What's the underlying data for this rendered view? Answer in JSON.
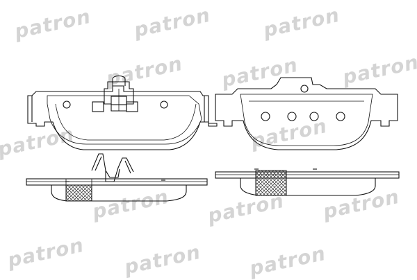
{
  "watermark": {
    "text": "patron",
    "color": "#d4d4d4"
  },
  "drawing": {
    "stroke_color": "#111111",
    "hatch_color": "#333333",
    "background": "#ffffff",
    "items": [
      "front-brake-pad-face",
      "front-brake-pad-side",
      "rear-brake-pad-face",
      "rear-brake-pad-side"
    ]
  }
}
